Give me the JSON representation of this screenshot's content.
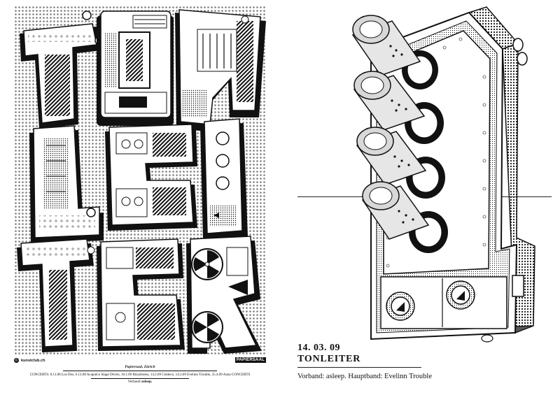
{
  "left_poster": {
    "logo_left": "kunstclub.ch",
    "logo_right": "PAPIERSAAL",
    "venue": "Papiersaal, Zürich",
    "lineup": "CONCERTS: 8.11.08 Los Dos, 6.12.08 Acapulco Stage Divers, 10.1.09 Bizzobotos, 14.2.09 Cobleco, 14.3.09 Evelinn Trouble, 25.4.09 Anna CONCERTS",
    "support_prefix": "Verband",
    "support_band": "asleep."
  },
  "right_poster": {
    "date": "14. 03. 09",
    "title": "TONLEITER",
    "bands": "Vorband: asleep. Hauptband: Evelinn Trouble"
  },
  "colors": {
    "ink": "#111111",
    "paper": "#ffffff",
    "mid_grey": "#9a9a9a",
    "light_grey": "#d8d8d8"
  }
}
